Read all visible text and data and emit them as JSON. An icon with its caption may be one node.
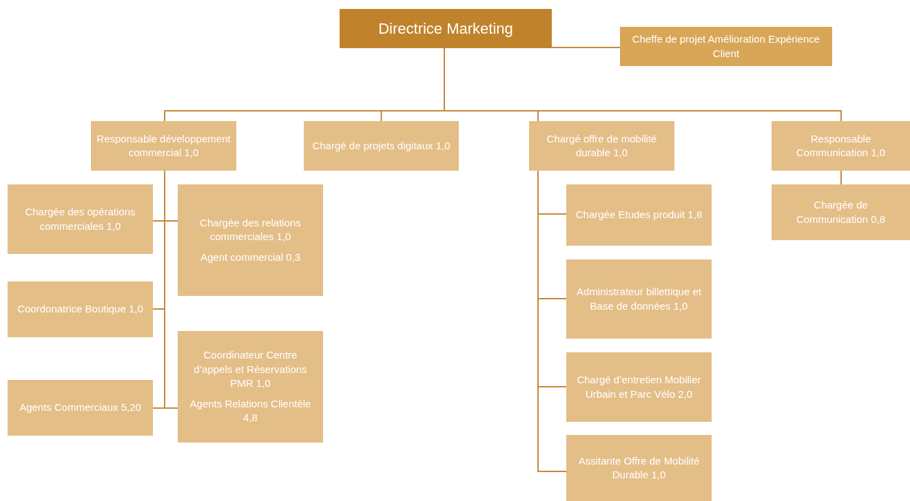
{
  "diagram": {
    "nodes": [
      {
        "text": [
          "Directrice Marketing"
        ]
      },
      {
        "text": [
          "Cheffe de projet Amélioration Expérience Client"
        ]
      },
      {
        "text": [
          "Responsable développement commercial 1,0"
        ]
      },
      {
        "text": [
          "Chargé de projets digitaux 1,0"
        ]
      },
      {
        "text": [
          "Chargé offre de mobilité durable 1,0"
        ]
      },
      {
        "text": [
          "Responsable Communication 1,0"
        ]
      },
      {
        "text": [
          "Chargée des opérations commerciales 1,0"
        ]
      },
      {
        "text": [
          "Chargée des relations commerciales 1,0",
          "Agent commercial 0,3"
        ]
      },
      {
        "text": [
          "Coordonatrice Boutique 1,0"
        ]
      },
      {
        "text": [
          "Agents Commerciaux 5,20"
        ]
      },
      {
        "text": [
          "Coordinateur Centre d’appels et Réservations PMR 1,0",
          "Agents Relations Clientèle 4,8"
        ]
      },
      {
        "text": [
          "Chargée Etudes produit 1,8"
        ]
      },
      {
        "text": [
          "Administrateur billettique et Base de données 1,0"
        ]
      },
      {
        "text": [
          "Chargé d’entretien Mobilier Urbain et Parc Vélo 2,0"
        ]
      },
      {
        "text": [
          "Assitante Offre de Mobilité Durable 1,0"
        ]
      },
      {
        "text": [
          "Chargée de Communication 0,8"
        ]
      }
    ],
    "edges": [
      {
        "from": 0,
        "to": 1,
        "arrow": "none"
      },
      {
        "from": 0,
        "to": 2,
        "arrow": "none"
      },
      {
        "from": 0,
        "to": 3,
        "arrow": "none"
      },
      {
        "from": 0,
        "to": 4,
        "arrow": "none"
      },
      {
        "from": 0,
        "to": 5,
        "arrow": "none"
      },
      {
        "from": 2,
        "to": 6,
        "arrow": "none"
      },
      {
        "from": 2,
        "to": 7,
        "arrow": "none"
      },
      {
        "from": 2,
        "to": 8,
        "arrow": "none"
      },
      {
        "from": 2,
        "to": 9,
        "arrow": "none"
      },
      {
        "from": 2,
        "to": 10,
        "arrow": "none"
      },
      {
        "from": 4,
        "to": 11,
        "arrow": "none"
      },
      {
        "from": 4,
        "to": 12,
        "arrow": "none"
      },
      {
        "from": 4,
        "to": 13,
        "arrow": "none"
      },
      {
        "from": 4,
        "to": 14,
        "arrow": "none"
      },
      {
        "from": 5,
        "to": 15,
        "arrow": "none"
      }
    ]
  }
}
